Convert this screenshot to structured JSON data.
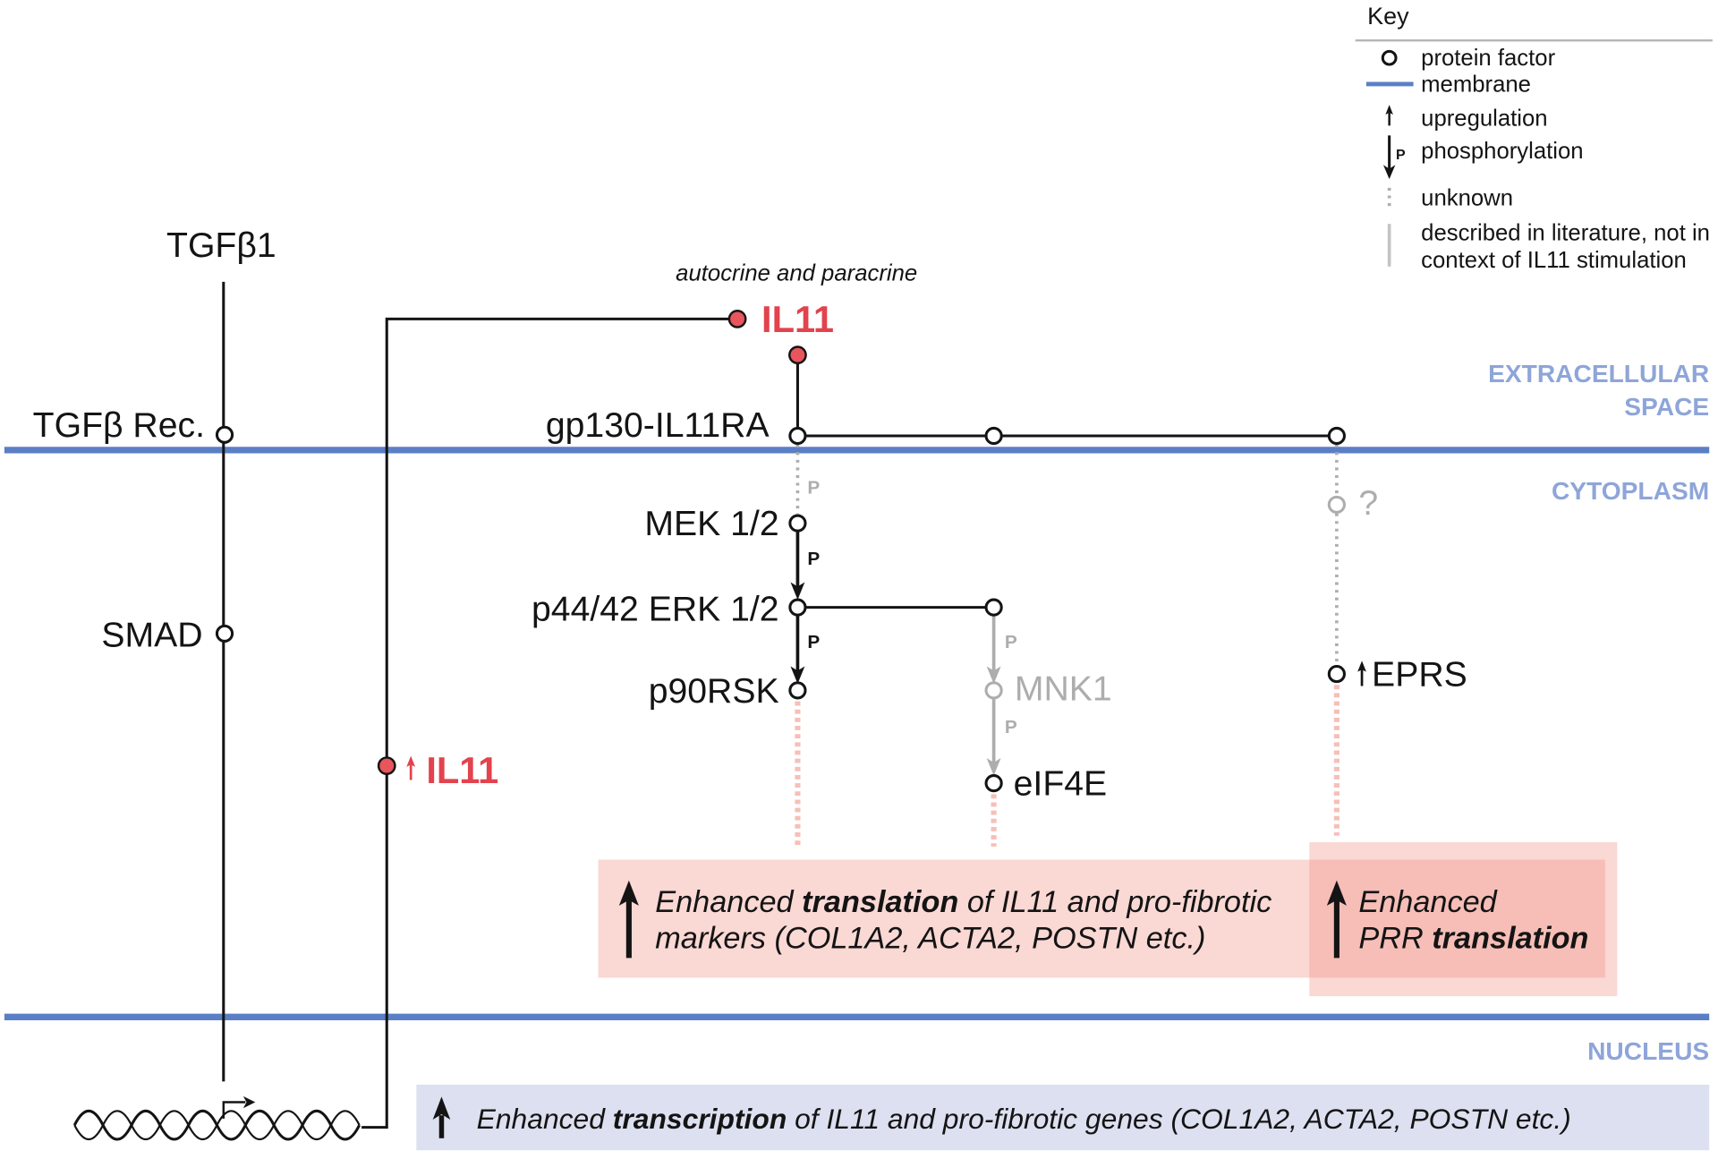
{
  "key": {
    "title": "Key",
    "protein_factor": "protein factor",
    "membrane": "membrane",
    "upregulation": "upregulation",
    "phosphorylation": "phosphorylation",
    "unknown": "unknown",
    "literature_line1": "described in literature, not in",
    "literature_line2": "context of IL11 stimulation"
  },
  "phosphorylation_mark": "P",
  "compartments": {
    "extracellular_line1": "EXTRACELLULAR",
    "extracellular_line2": "SPACE",
    "cytoplasm": "CYTOPLASM",
    "nucleus": "NUCLEUS"
  },
  "nodes": {
    "tgfb1": "TGFβ1",
    "tgfb_receptor": "TGFβ Rec.",
    "smad": "SMAD",
    "secretion_note": "autocrine and paracrine",
    "il11_secreted": "IL11",
    "il11_upregulated": "IL11",
    "receptor": "gp130-IL11RA",
    "mek": "MEK 1/2",
    "erk": "p44/42 ERK 1/2",
    "p90rsk": "p90RSK",
    "mnk1": "MNK1",
    "eif4e": "eIF4E",
    "unknown_factor": "?",
    "eprs": "EPRS"
  },
  "outcomes": {
    "translation": {
      "prefix": "Enhanced ",
      "emphasis": "translation",
      "suffix": " of IL11 and pro-fibrotic",
      "line2": "markers (COL1A2, ACTA2, POSTN etc.)"
    },
    "prr_translation": {
      "line1": "Enhanced",
      "prefix": "PRR ",
      "emphasis": "translation"
    },
    "transcription": {
      "prefix": "Enhanced ",
      "emphasis": "transcription",
      "suffix": " of IL11 and pro-fibrotic genes (COL1A2, ACTA2, POSTN etc.)"
    }
  },
  "icons": [
    "protein-factor-circle-icon",
    "membrane-line-icon",
    "upregulation-arrow-icon",
    "phosphorylation-arrow-icon",
    "unknown-dotted-line-icon",
    "literature-gray-line-icon",
    "dna-helix-icon",
    "promoter-arrow-icon",
    "enhancement-arrow-icon"
  ],
  "colors": {
    "membrane": "#5b7fc6",
    "compartment_label": "#8ea5d9",
    "il11_red": "#e2434d",
    "il11_fill": "#e8555d",
    "literature_gray": "#adadad",
    "translation_link_pink": "#f6bfb8",
    "translation_box_pink": "#f08a7c",
    "transcription_box_blue": "#dde0f0",
    "ink": "#141414"
  }
}
